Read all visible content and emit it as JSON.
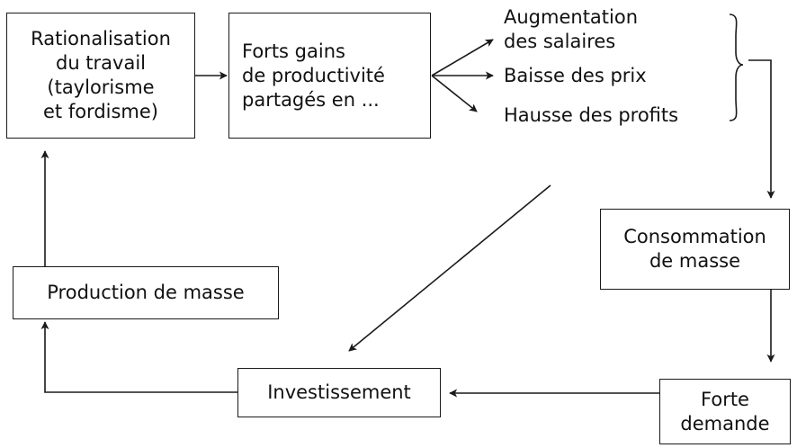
{
  "boxes": {
    "rationalisation": {
      "lines": [
        "Rationalisation",
        "du travail",
        "(taylorisme",
        "et fordisme)"
      ]
    },
    "gains": {
      "lines": [
        "Forts gains",
        "de productivité",
        "partagés en ..."
      ]
    },
    "consommation": {
      "lines": [
        "Consommation",
        "de masse"
      ]
    },
    "forte_demande": {
      "lines": [
        "Forte",
        "demande"
      ]
    },
    "investissement": {
      "label": "Investissement"
    },
    "production": {
      "label": "Production de masse"
    }
  },
  "outcomes": {
    "salaires": [
      "Augmentation",
      "des salaires"
    ],
    "prix": "Baisse des prix",
    "profits": "Hausse des profits"
  },
  "colors": {
    "stroke": "#1a1a1a",
    "background": "#ffffff"
  }
}
